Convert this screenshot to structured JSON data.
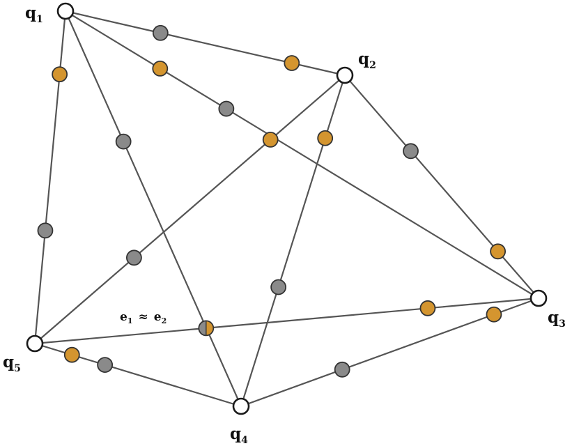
{
  "colors": {
    "gray_marker": "#8a8a8a",
    "orange_marker": "#d4952f",
    "edge": "#555555",
    "vertex_fill": "#ffffff"
  },
  "vertices": [
    {
      "id": "q1",
      "base": "q",
      "sub": "1"
    },
    {
      "id": "q2",
      "base": "q",
      "sub": "2"
    },
    {
      "id": "q3",
      "base": "q",
      "sub": "3"
    },
    {
      "id": "q4",
      "base": "q",
      "sub": "4"
    },
    {
      "id": "q5",
      "base": "q",
      "sub": "5"
    }
  ],
  "edges": [
    {
      "id": "q1-q2",
      "from": "q1",
      "to": "q2",
      "markers": [
        "gray",
        "orange"
      ]
    },
    {
      "id": "q1-q3",
      "from": "q1",
      "to": "q3",
      "markers": [
        "orange",
        "gray"
      ]
    },
    {
      "id": "q1-q4",
      "from": "q1",
      "to": "q4",
      "markers": [
        "gray"
      ]
    },
    {
      "id": "q1-q5",
      "from": "q1",
      "to": "q5",
      "markers": [
        "orange",
        "gray"
      ]
    },
    {
      "id": "q2-q3",
      "from": "q2",
      "to": "q3",
      "markers": [
        "gray",
        "orange"
      ]
    },
    {
      "id": "q2-q5",
      "from": "q2",
      "to": "q5",
      "markers": [
        "orange",
        "gray"
      ]
    },
    {
      "id": "q2-q4",
      "from": "q2",
      "to": "q4",
      "markers": [
        "orange",
        "gray"
      ]
    },
    {
      "id": "q5-q3",
      "from": "q5",
      "to": "q3",
      "markers": [
        "split",
        "orange"
      ]
    },
    {
      "id": "q3-q4",
      "from": "q3",
      "to": "q4",
      "markers": [
        "orange",
        "gray"
      ]
    },
    {
      "id": "q5-q4",
      "from": "q5",
      "to": "q4",
      "markers": [
        "orange",
        "gray"
      ]
    }
  ],
  "annotation": {
    "a_base": "e",
    "a_sub": "1",
    "relation": "≈",
    "b_base": "e",
    "b_sub": "2"
  }
}
